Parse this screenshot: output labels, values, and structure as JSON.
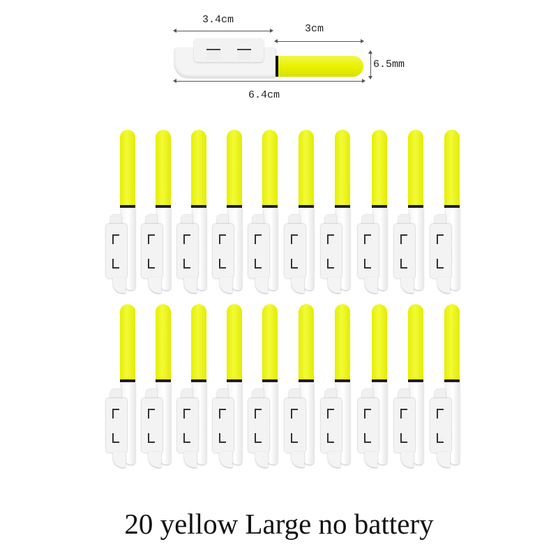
{
  "dimensions": {
    "clip_length": "3.4cm",
    "light_length": "3cm",
    "diameter": "6.5mm",
    "total_length": "6.4cm"
  },
  "product": {
    "quantity": 20,
    "color": "yellow",
    "color_hex": "#e9f200",
    "rows": 2,
    "per_row": 10
  },
  "caption": "20 yellow Large no battery"
}
